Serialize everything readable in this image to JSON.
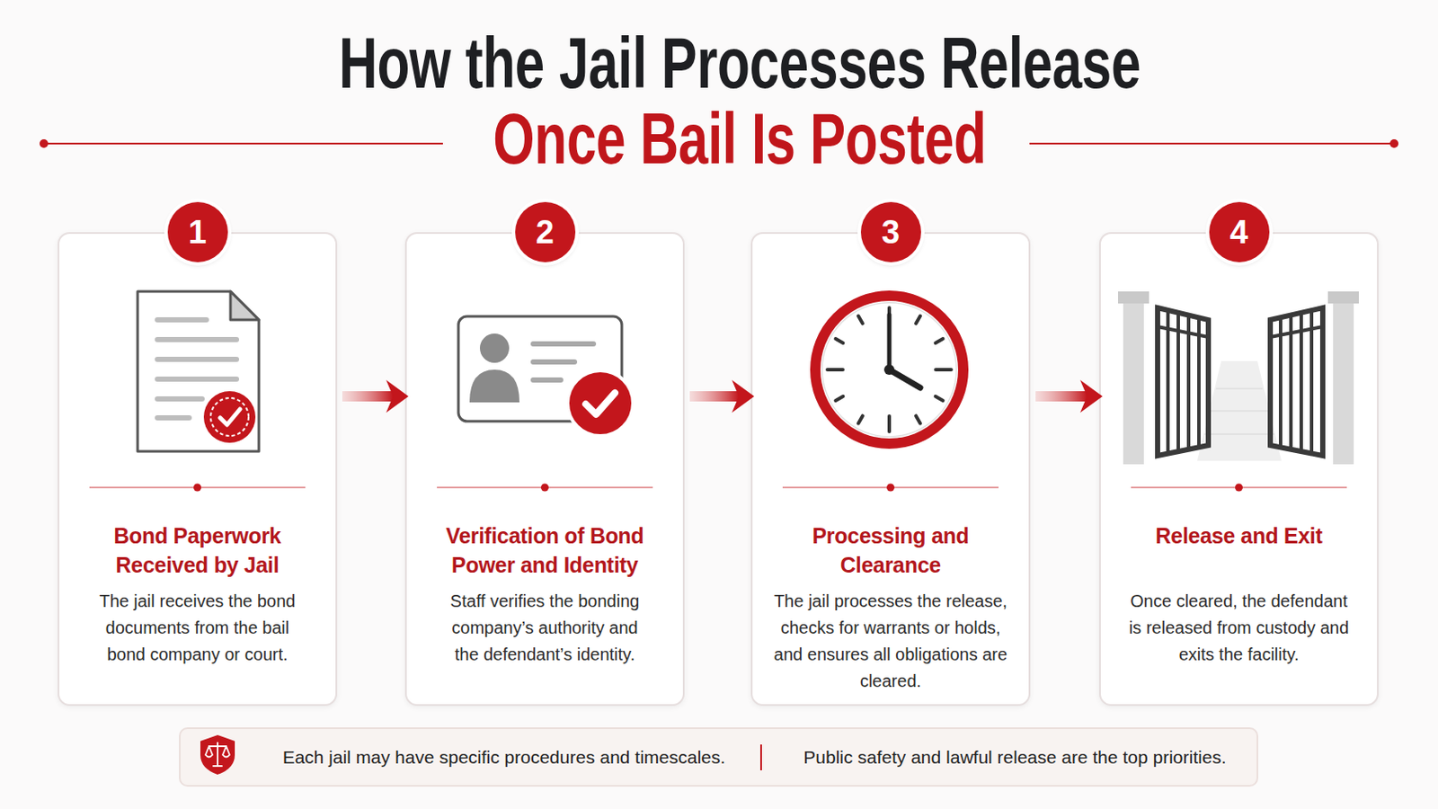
{
  "diagram": {
    "title": "How the Jail Processes Release",
    "nodes": [
      {
        "text": [
          "Bond Paperwork Received by Jail",
          "The jail receives the bond documents from the bail bond company or court."
        ]
      },
      {
        "text": [
          "1"
        ],
        "in": 0
      },
      {
        "text": [
          "Verification of Bond Power and Identity",
          "Staff verifies the bonding company’s authority and the defendant’s identity."
        ]
      },
      {
        "text": [
          "2"
        ],
        "in": 2
      },
      {
        "text": [
          "Processing and Clearance",
          "The jail processes the release, checks for warrants or holds, and ensures all obligations are cleared."
        ]
      },
      {
        "text": [
          "3"
        ],
        "in": 4
      },
      {
        "text": [
          "Release and Exit",
          "Once cleared, the defendant is released from custody and exits the facility."
        ]
      },
      {
        "text": [
          "4"
        ],
        "in": 6
      },
      {
        "text": [
          "Each jail may have specific procedures and timescales.",
          "Public safety and lawful release are the top priorities."
        ]
      }
    ],
    "edges": [
      {
        "from": 0,
        "to": 2,
        "arrow": "to"
      },
      {
        "from": 2,
        "to": 4,
        "arrow": "to"
      },
      {
        "from": 4,
        "to": 6,
        "arrow": "to"
      }
    ],
    "labels": [
      "Once Bail Is Posted"
    ]
  }
}
